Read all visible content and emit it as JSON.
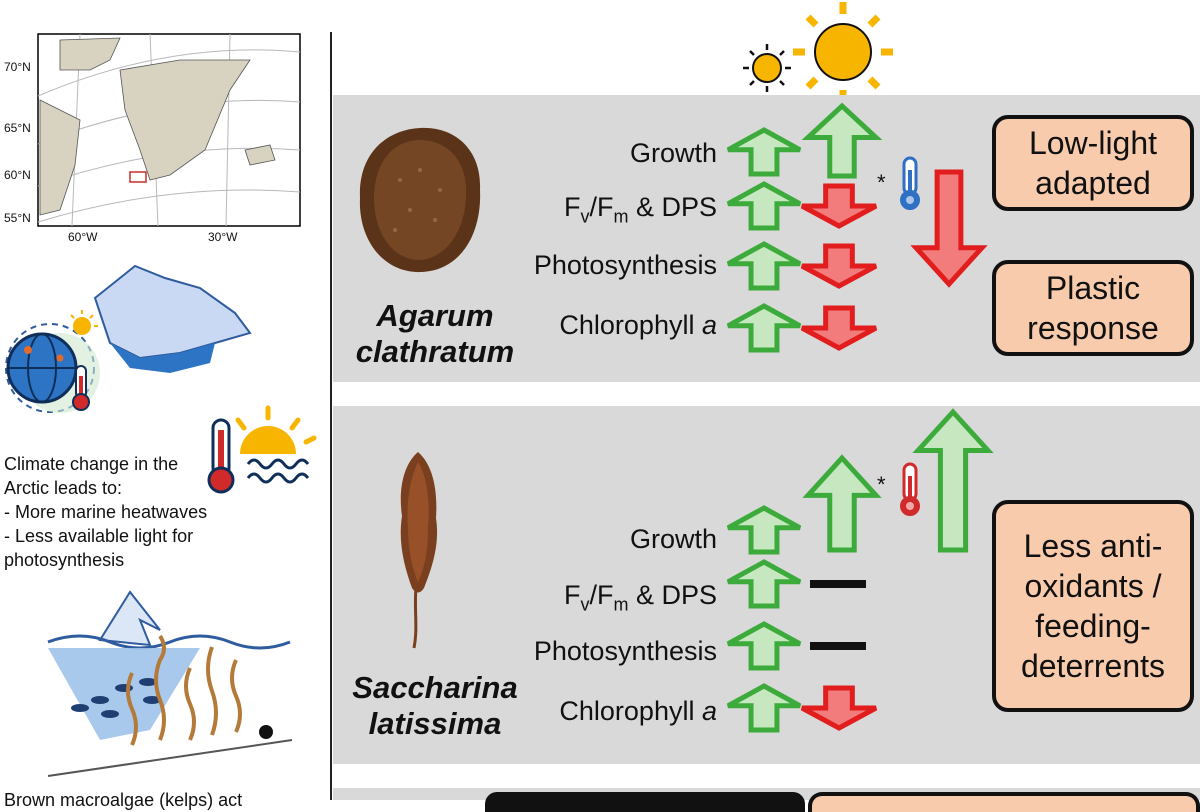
{
  "map": {
    "lat_labels": [
      "70°N",
      "65°N",
      "60°N",
      "55°N"
    ],
    "lon_labels": [
      "60°W",
      "30°W"
    ]
  },
  "left_panel": {
    "climate_text": "Climate change in the\nArctic leads to:\n- More marine heatwaves\n- Less available light for\nphotosynthesis",
    "kelp_text": "Brown macroalgae (kelps) act"
  },
  "panels": [
    {
      "species": "Agarum clathratum",
      "species_line1": "Agarum",
      "species_line2": "clathratum",
      "rows": [
        {
          "label": "Growth",
          "light": "up",
          "heat": "up"
        },
        {
          "label_main": "F",
          "sub1": "v",
          "mid": "/F",
          "sub2": "m",
          "tail": " & DPS",
          "light": "up",
          "heat": "down"
        },
        {
          "label": "Photosynthesis",
          "light": "up",
          "heat": "down"
        },
        {
          "label_main": "Chlorophyll ",
          "label_italic": "a",
          "light": "up",
          "heat": "down"
        }
      ],
      "temperature_effect": "down",
      "temperature_star": "*",
      "conclusions": [
        "Low-light adapted",
        "Plastic response"
      ],
      "conclusion_lines": [
        [
          "Low-light",
          "adapted"
        ],
        [
          "Plastic",
          "response"
        ]
      ]
    },
    {
      "species": "Saccharina latissima",
      "species_line1": "Saccharina",
      "species_line2": "latissima",
      "rows": [
        {
          "label": "Growth",
          "light": "up",
          "heat": "up"
        },
        {
          "label_main": "F",
          "sub1": "v",
          "mid": "/F",
          "sub2": "m",
          "tail": " & DPS",
          "light": "up",
          "heat": "none"
        },
        {
          "label": "Photosynthesis",
          "light": "up",
          "heat": "none"
        },
        {
          "label_main": "Chlorophyll ",
          "label_italic": "a",
          "light": "up",
          "heat": "down"
        }
      ],
      "temperature_effect": "up",
      "temperature_star": "*",
      "conclusions": [
        "Less anti-oxidants / feeding-deterrents"
      ],
      "conclusion_lines": [
        [
          "Less anti-",
          "oxidants /",
          "feeding-",
          "deterrents"
        ]
      ]
    }
  ],
  "colors": {
    "panel_bg": "#d9d9d9",
    "arrow_up_fill": "#c6e7c0",
    "arrow_up_stroke": "#3cab3c",
    "arrow_down_fill": "#f27b7b",
    "arrow_down_stroke": "#e11d1d",
    "box_fill": "#f8cbad",
    "sun": "#f7b500",
    "thermo_cold": "#2f6fc4",
    "thermo_hot": "#d12a2a"
  }
}
